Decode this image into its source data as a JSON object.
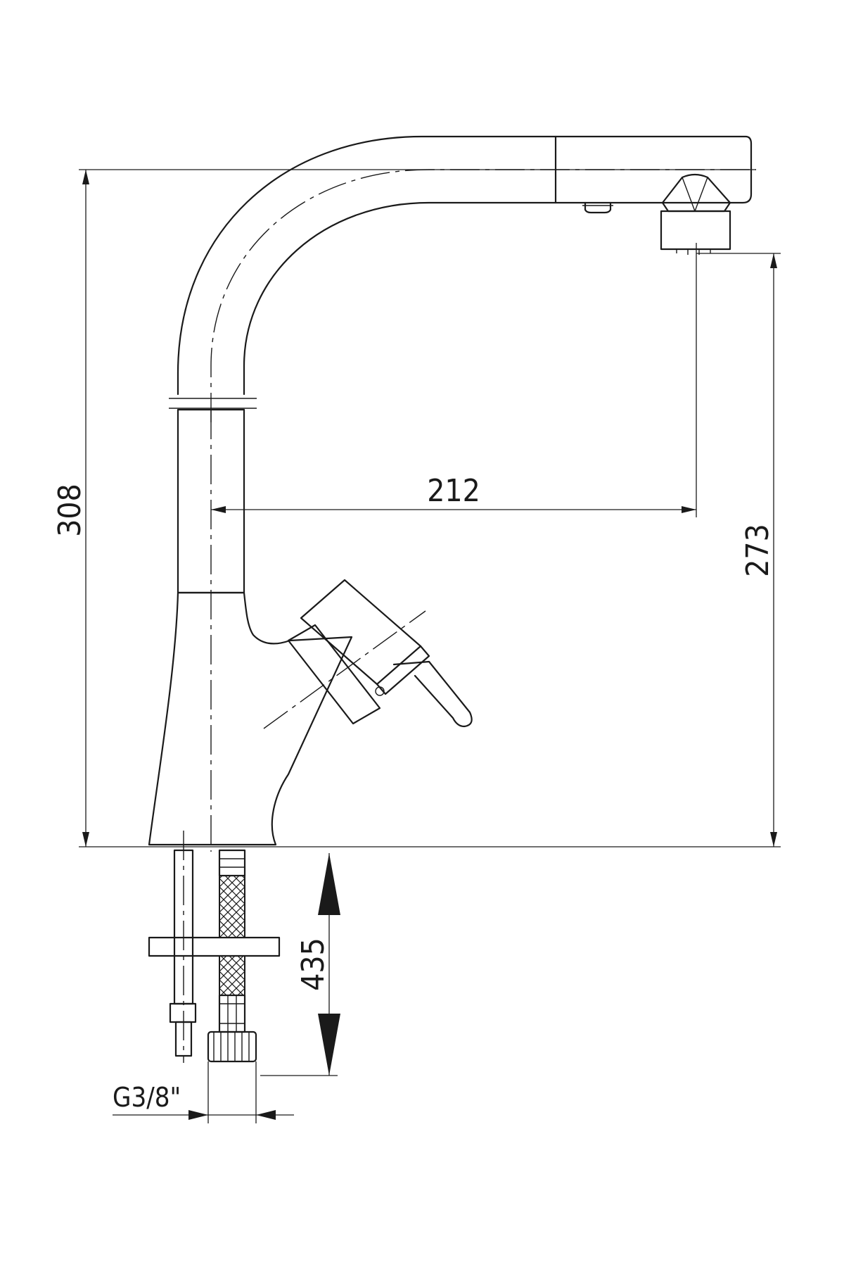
{
  "dimensions": {
    "total_height": "308",
    "outlet_height": "273",
    "spout_reach": "212",
    "below_deck_length": "435",
    "connection_thread": "G3/8\""
  }
}
